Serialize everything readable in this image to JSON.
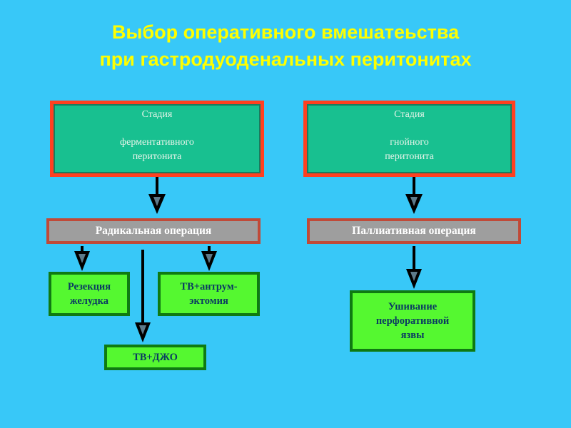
{
  "title": {
    "line1": "Выбор оперативного вмешатеьства",
    "line2": "при гастродуоденальных перитонитах"
  },
  "left": {
    "stage": {
      "word": "Стадия",
      "line1": "ферментативного",
      "line2": "перитонита"
    },
    "operation": "Радикальная операция",
    "procedures": {
      "resection": {
        "line1": "Резекция",
        "line2": "желудка"
      },
      "tv_antrum": {
        "line1": "ТВ+антрум-",
        "line2": "эктомия"
      },
      "tv_djo": "ТВ+ДЖО"
    }
  },
  "right": {
    "stage": {
      "word": "Стадия",
      "line1": "гнойного",
      "line2": "перитонита"
    },
    "operation": "Паллиативная операция",
    "procedure": {
      "line1": "Ушивание",
      "line2": "перфоративной",
      "line3": "язвы"
    }
  },
  "colors": {
    "background": "#38c8f8",
    "title": "#ffff00",
    "stage_fill": "#18c090",
    "stage_border": "#ff4020",
    "operation_fill": "#9e9e9e",
    "operation_border": "#c04a38",
    "procedure_fill": "#55f830",
    "procedure_border": "#0f7a12",
    "procedure_text": "#0b3b62"
  }
}
